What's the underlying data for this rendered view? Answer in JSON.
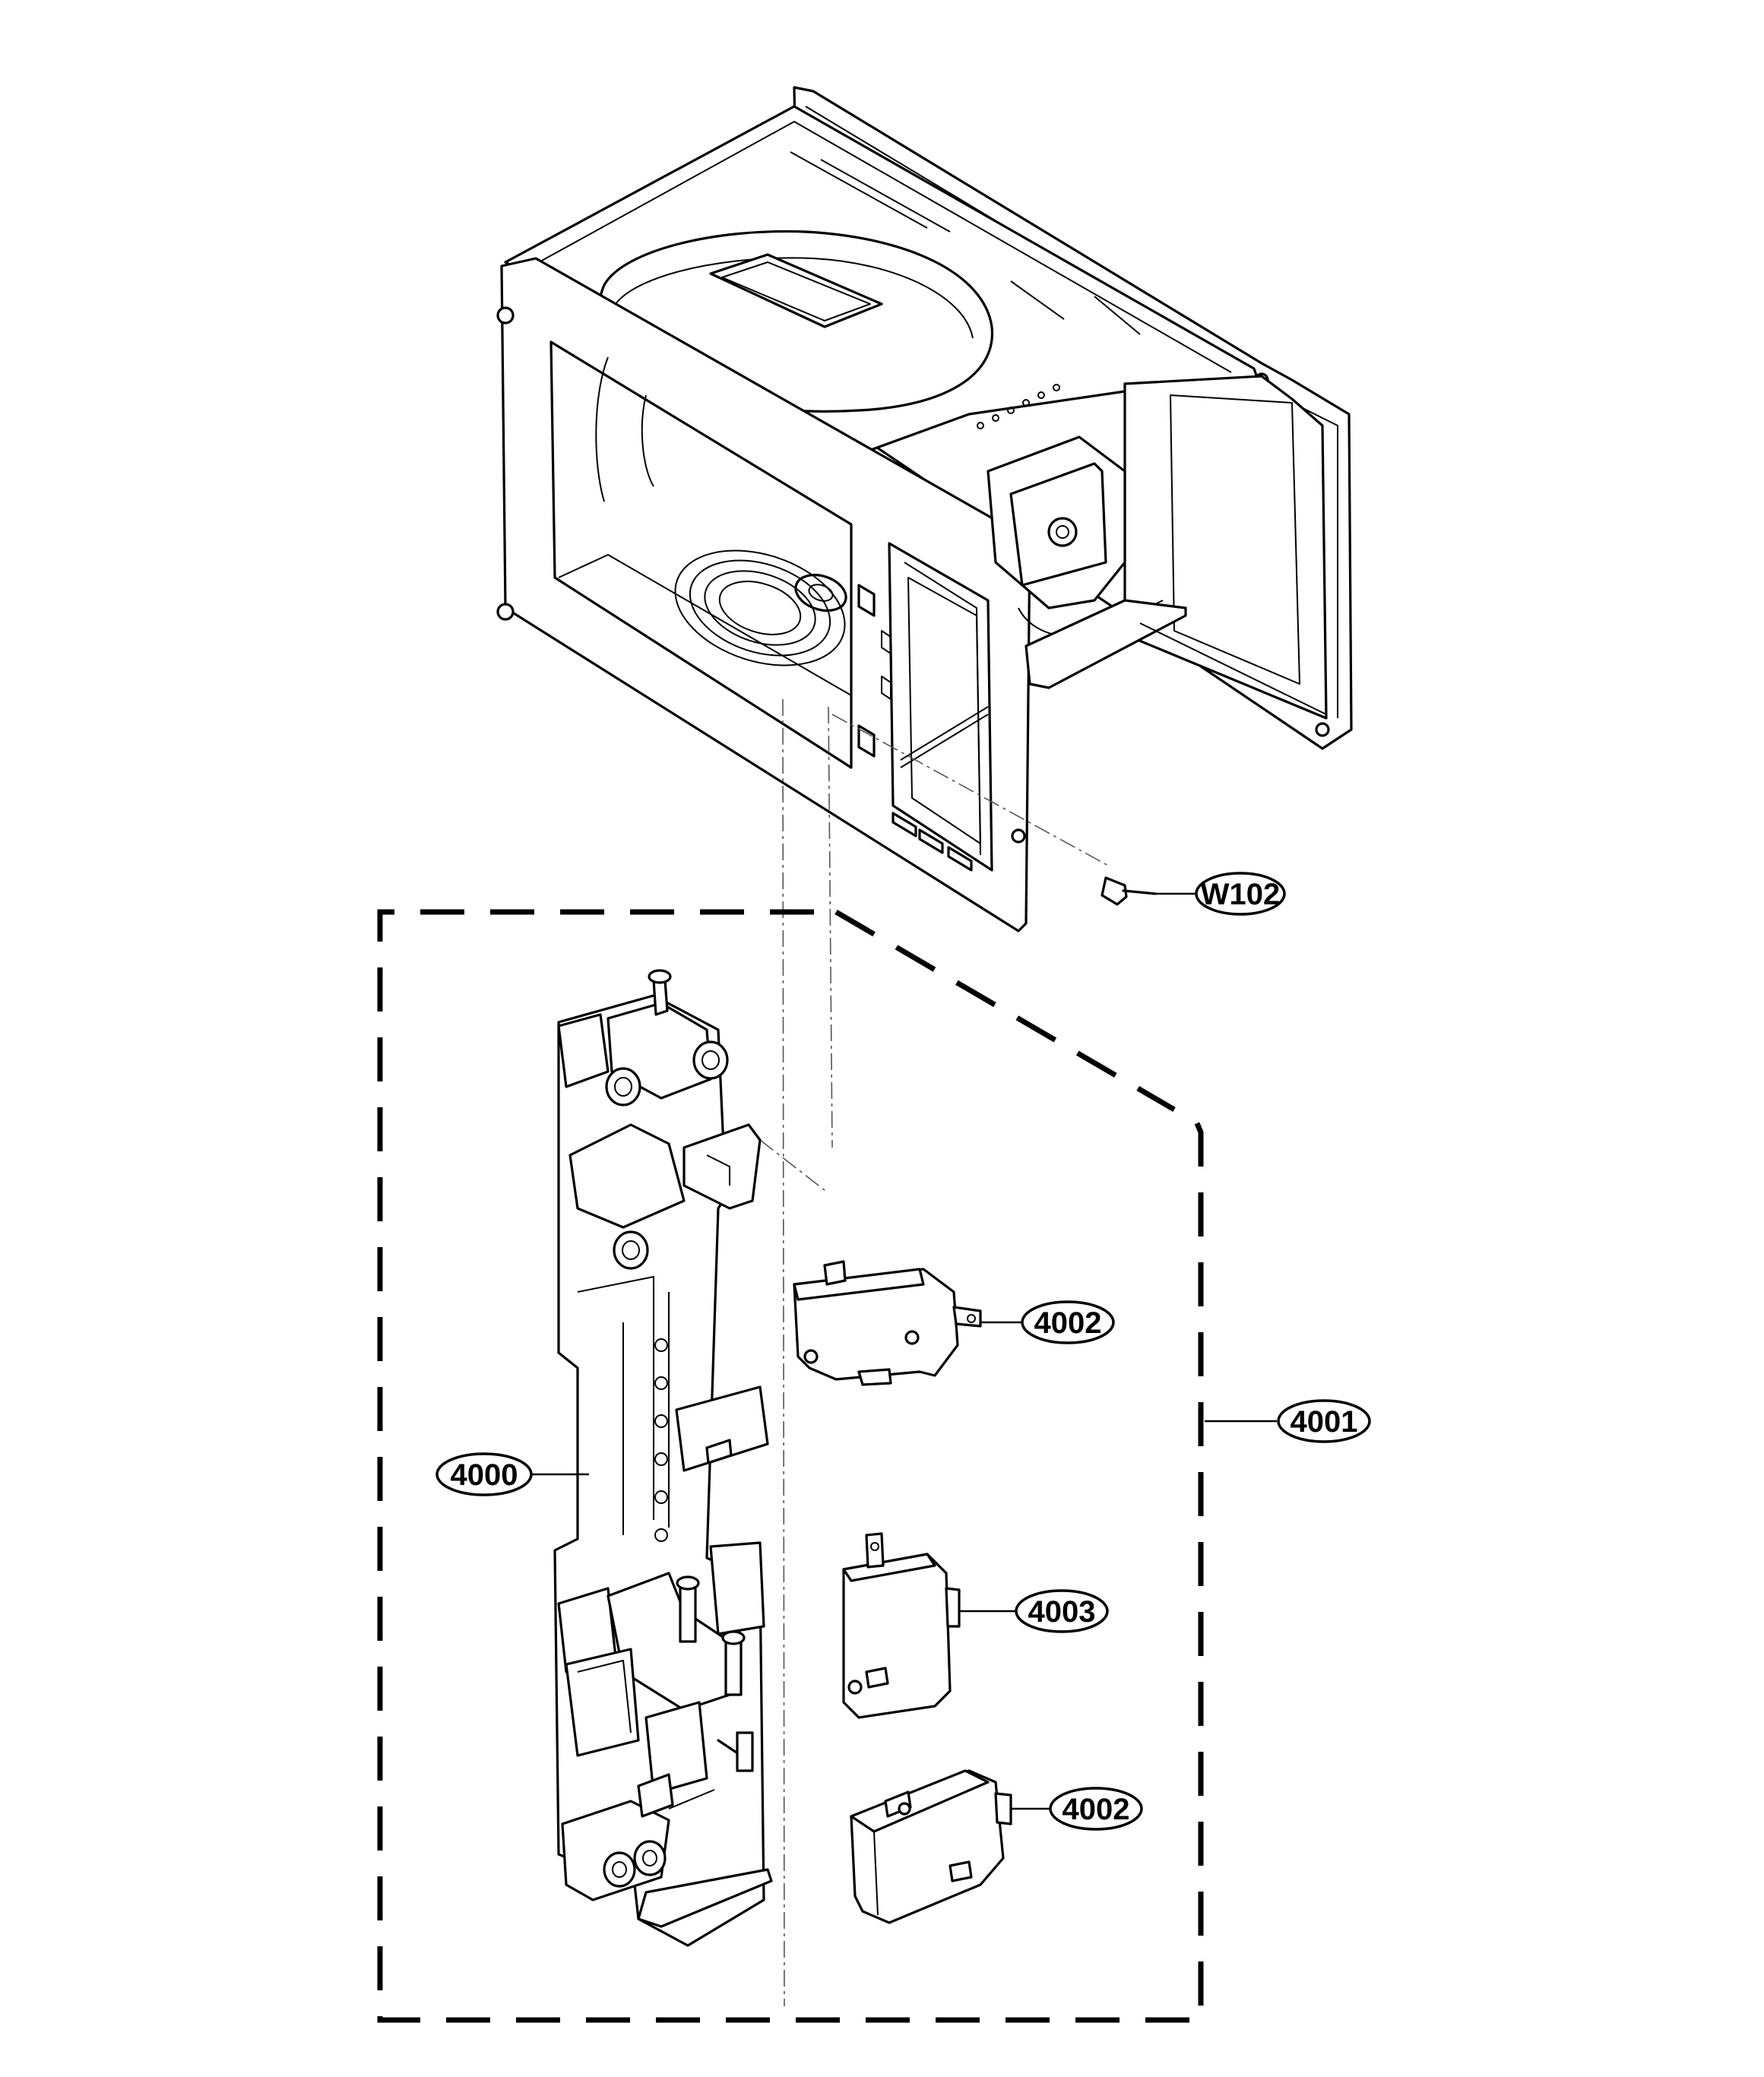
{
  "callouts": {
    "w102": "W102",
    "p4000": "4000",
    "p4001": "4001",
    "p4002_top": "4002",
    "p4003": "4003",
    "p4002_bottom": "4002"
  },
  "colors": {
    "line": "#000000",
    "background": "#ffffff"
  }
}
